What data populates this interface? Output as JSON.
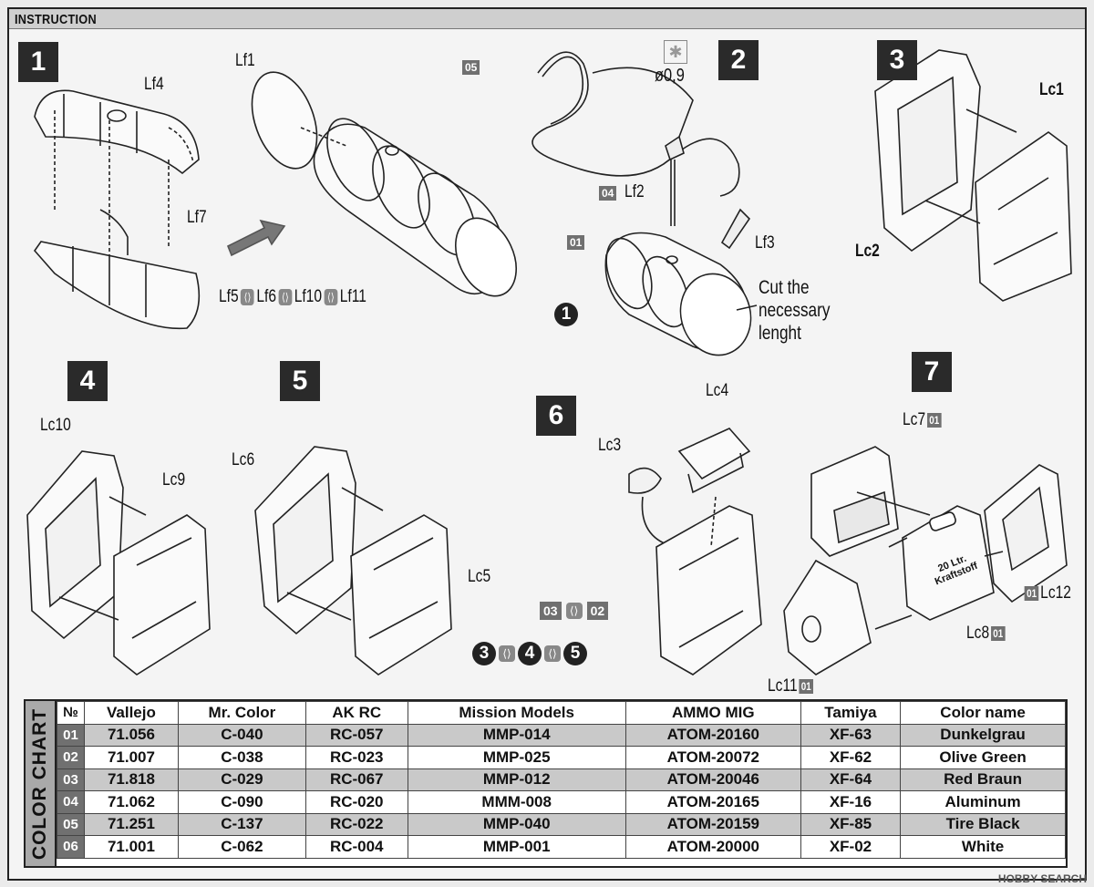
{
  "header": {
    "title": "INSTRUCTION"
  },
  "steps": [
    "1",
    "2",
    "3",
    "4",
    "5",
    "6",
    "7"
  ],
  "step1": {
    "lf4": "Lf4",
    "lf7": "Lf7",
    "lf1": "Lf1",
    "lf5": "Lf5",
    "lf6": "Lf6",
    "lf10": "Lf10",
    "lf11": "Lf11"
  },
  "step2": {
    "tag05": "05",
    "diameter": "ø0,9",
    "tag04": "04",
    "lf2": "Lf2",
    "tag01": "01",
    "lf3": "Lf3",
    "circle1": "1",
    "note": [
      "Cut the",
      "necessary",
      "lenght"
    ]
  },
  "step3": {
    "lc1": "Lc1",
    "lc2": "Lc2"
  },
  "step4": {
    "lc10": "Lc10",
    "lc9": "Lc9"
  },
  "step5": {
    "lc6": "Lc6",
    "lc5": "Lc5"
  },
  "step6": {
    "lc3": "Lc3",
    "lc4": "Lc4",
    "tag03": "03",
    "tag02": "02",
    "c3": "3",
    "c4": "4",
    "c5": "5"
  },
  "step7": {
    "lc7": "Lc7",
    "lc7tag": "01",
    "lc12": "Lc12",
    "lc12tag": "01",
    "lc8": "Lc8",
    "lc8tag": "01",
    "lc11": "Lc11",
    "lc11tag": "01",
    "can_text": [
      "20 Ltr.",
      "Kraftstoff"
    ]
  },
  "color_chart": {
    "side_title": "COLOR CHART",
    "headers": [
      "№",
      "Vallejo",
      "Mr. Color",
      "AK RC",
      "Mission Models",
      "AMMO MIG",
      "Tamiya",
      "Color name"
    ],
    "rows": [
      [
        "01",
        "71.056",
        "C-040",
        "RC-057",
        "MMP-014",
        "ATOM-20160",
        "XF-63",
        "Dunkelgrau"
      ],
      [
        "02",
        "71.007",
        "C-038",
        "RC-023",
        "MMP-025",
        "ATOM-20072",
        "XF-62",
        "Olive Green"
      ],
      [
        "03",
        "71.818",
        "C-029",
        "RC-067",
        "MMP-012",
        "ATOM-20046",
        "XF-64",
        "Red Braun"
      ],
      [
        "04",
        "71.062",
        "C-090",
        "RC-020",
        "MMM-008",
        "ATOM-20165",
        "XF-16",
        "Aluminum"
      ],
      [
        "05",
        "71.251",
        "C-137",
        "RC-022",
        "MMP-040",
        "ATOM-20159",
        "XF-85",
        "Tire Black"
      ],
      [
        "06",
        "71.001",
        "C-062",
        "RC-004",
        "MMP-001",
        "ATOM-20000",
        "XF-02",
        "White"
      ]
    ]
  },
  "watermark": "HOBBY SEARCH"
}
